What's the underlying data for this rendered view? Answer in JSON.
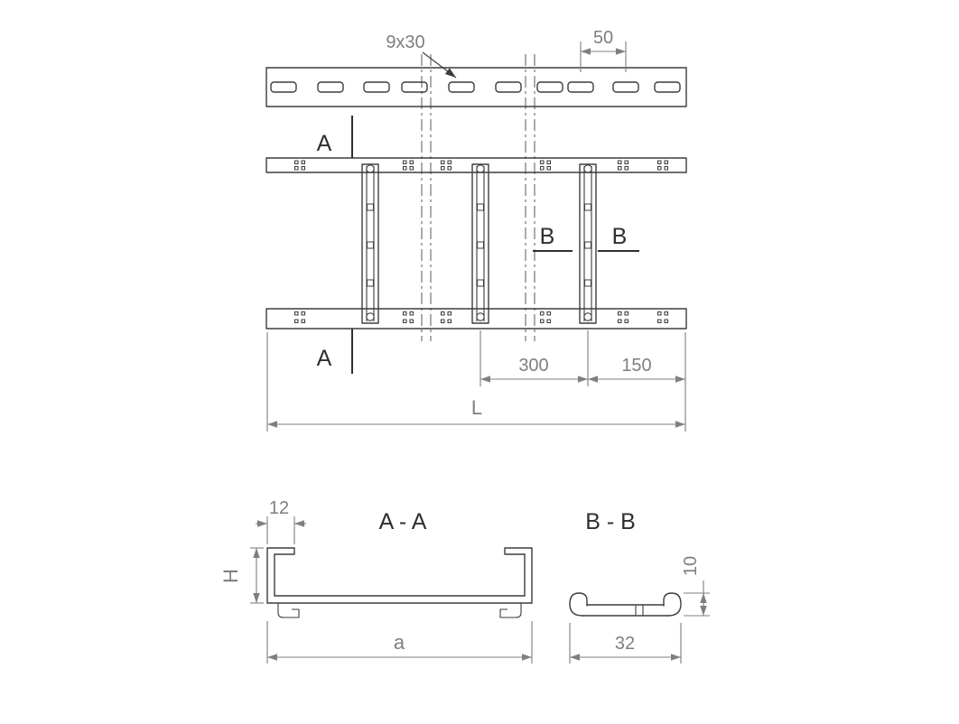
{
  "drawing": {
    "labels": {
      "slot_size": "9x30",
      "pitch": "50",
      "section_a": "A",
      "section_b": "B",
      "dim_300": "300",
      "dim_150": "150",
      "length": "L",
      "section_aa_title": "A - A",
      "section_bb_title": "B - B",
      "dim_12": "12",
      "height": "H",
      "width_a": "a",
      "dim_10": "10",
      "dim_32": "32"
    },
    "colors": {
      "line": "#3d3d3d",
      "dimension": "#7f7f7f",
      "label": "#2f2f2f",
      "background": "#ffffff"
    }
  }
}
